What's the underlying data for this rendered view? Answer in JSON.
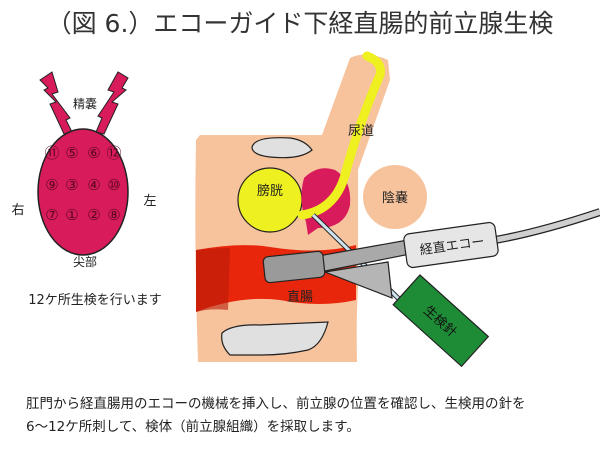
{
  "title": "（図 6.）エコーガイド下経直腸的前立腺生検",
  "prostate_map": {
    "top_label": "精嚢",
    "right_label": "右",
    "left_label": "左",
    "bottom_label": "尖部",
    "caption": "12ケ所生検を行います",
    "grid": [
      [
        "⑪",
        "⑤",
        "⑥",
        "⑫"
      ],
      [
        "⑨",
        "③",
        "④",
        "⑩"
      ],
      [
        "⑦",
        "①",
        "②",
        "⑧"
      ]
    ]
  },
  "anatomy": {
    "urethra": "尿道",
    "bladder": "膀胱",
    "scrotum": "陰嚢",
    "rectum": "直腸",
    "probe": "経直エコー",
    "needle": "生検針"
  },
  "description": [
    "肛門から経直腸用のエコーの機械を挿入し、前立腺の位置を確認し、生検用の針を",
    "6〜12ケ所刺して、検体（前立腺組織）を採取します。"
  ],
  "colors": {
    "prostate": "#d81b5a",
    "bladder": "#eef020",
    "skin": "#f7c39c",
    "rectum": "#e8260c",
    "needle_box": "#1e8c36"
  }
}
